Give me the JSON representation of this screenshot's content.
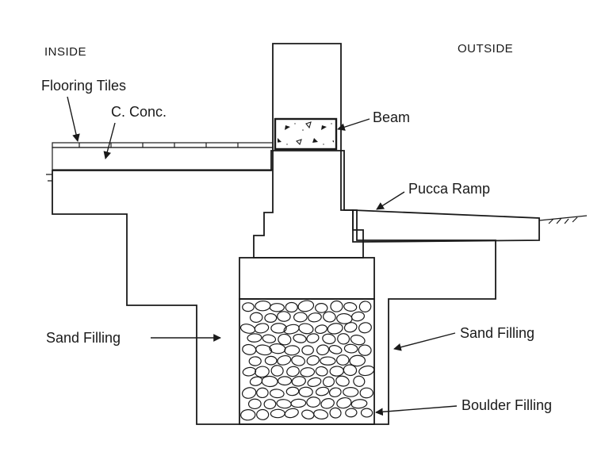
{
  "labels": {
    "inside": "INSIDE",
    "outside": "OUTSIDE",
    "flooring_tiles": "Flooring Tiles",
    "c_conc": "C. Conc.",
    "beam": "Beam",
    "pucca_ramp": "Pucca Ramp",
    "sand_filling_left": "Sand Filling",
    "sand_filling_right": "Sand Filling",
    "boulder_filling": "Boulder Filling"
  }
}
